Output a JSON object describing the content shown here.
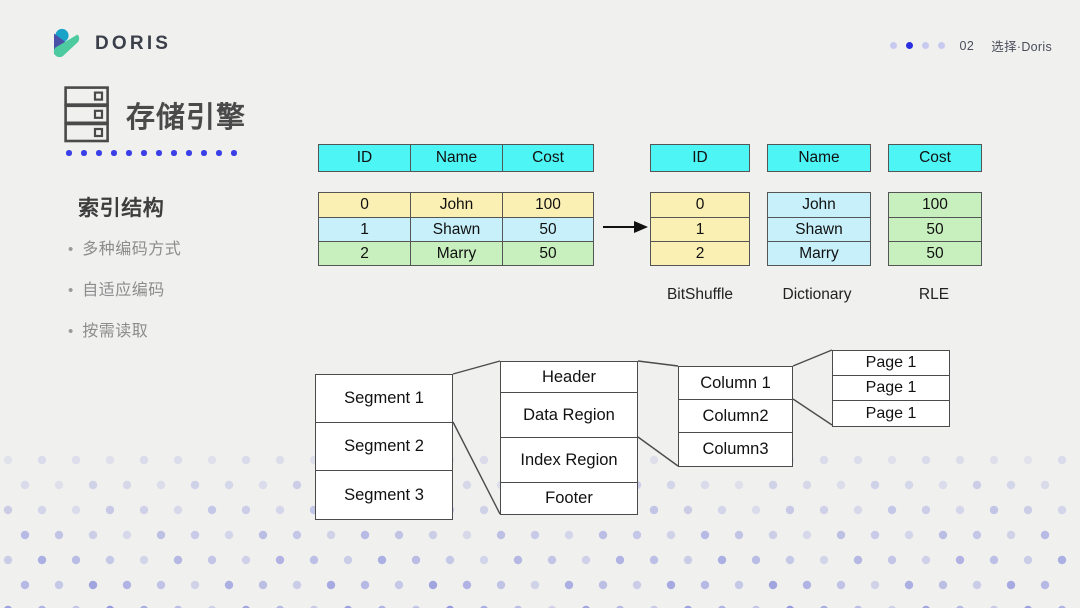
{
  "header": {
    "logo_text": "DORIS",
    "logo_icon": "doris-logo-icon",
    "pager_total": 4,
    "pager_active_index": 1,
    "section_number": "02",
    "section_label": "选择·Doris"
  },
  "left": {
    "icon": "server-rack-icon",
    "title": "存储引擎",
    "subheading": "索引结构",
    "bullet_marker": "•",
    "bullets": [
      {
        "text": "多种编码方式"
      },
      {
        "text": "自适应编码"
      },
      {
        "text": "按需读取"
      }
    ]
  },
  "encoding_diagram": {
    "arrow_icon": "right-arrow-icon",
    "source_table": {
      "headers": [
        "ID",
        "Name",
        "Cost"
      ],
      "rows": [
        [
          "0",
          "John",
          "100"
        ],
        [
          "1",
          "Shawn",
          "50"
        ],
        [
          "2",
          "Marry",
          "50"
        ]
      ],
      "header_color": "#4df5f5",
      "row_colors": [
        "#faf0b4",
        "#c8f0fa",
        "#c8f0be"
      ]
    },
    "columns": [
      {
        "header": "ID",
        "values": [
          "0",
          "1",
          "2"
        ],
        "encoding": "BitShuffle",
        "header_color": "#4df5f5",
        "cell_color": "#faf0b4"
      },
      {
        "header": "Name",
        "values": [
          "John",
          "Shawn",
          "Marry"
        ],
        "encoding": "Dictionary",
        "header_color": "#4df5f5",
        "cell_color": "#c8f0fa"
      },
      {
        "header": "Cost",
        "values": [
          "100",
          "50",
          "50"
        ],
        "encoding": "RLE",
        "header_color": "#4df5f5",
        "cell_color": "#c8f0be"
      }
    ]
  },
  "storage_layout": {
    "segments": [
      "Segment 1",
      "Segment 2",
      "Segment 3"
    ],
    "segment_structure": [
      "Header",
      "Data Region",
      "Index Region",
      "Footer"
    ],
    "columns": [
      "Column 1",
      "Column2",
      "Column3"
    ],
    "pages": [
      "Page 1",
      "Page 1",
      "Page 1"
    ]
  },
  "theme": {
    "background": "#f0f0ef",
    "accent_blue": "#3a3fe8",
    "dot_pattern_color": "#7b82d8",
    "title_color": "#4a4a4a",
    "muted_text": "#8c8c8c",
    "outline": "#4b4b4b"
  }
}
